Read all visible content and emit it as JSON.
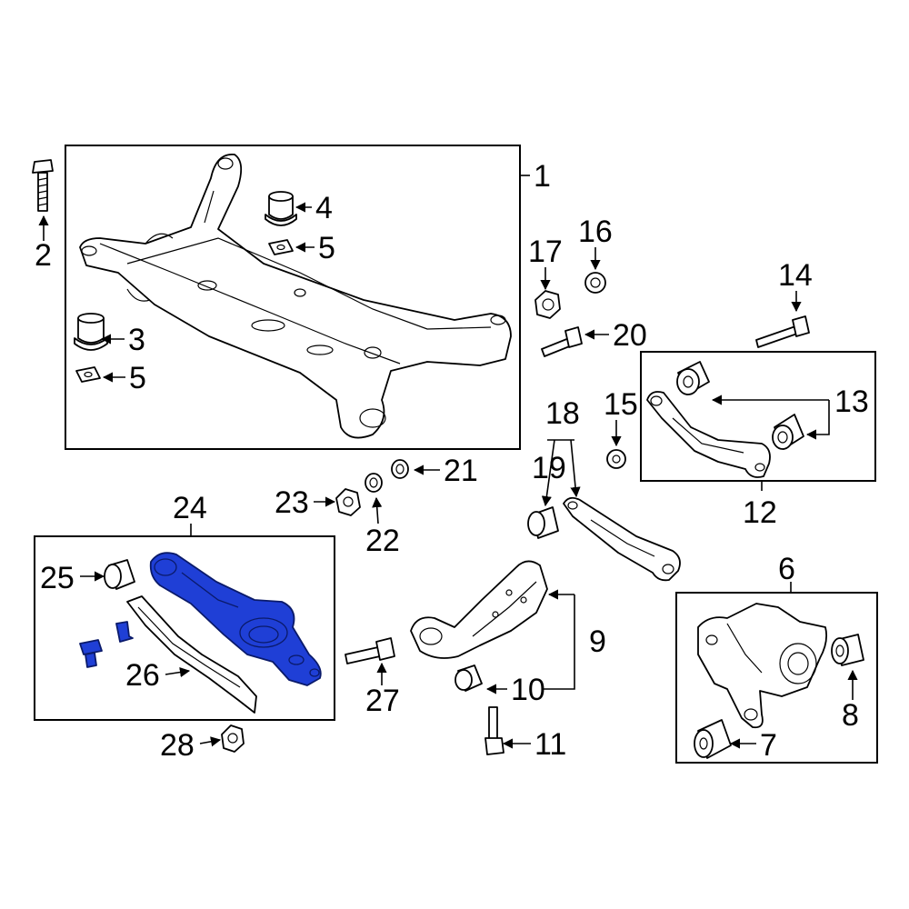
{
  "diagram": {
    "highlight_color": "#1f3fd6",
    "highlighted_part": "24",
    "callouts": [
      {
        "key": "c1",
        "label": "1"
      },
      {
        "key": "c2",
        "label": "2"
      },
      {
        "key": "c3",
        "label": "3"
      },
      {
        "key": "c4",
        "label": "4"
      },
      {
        "key": "c5a",
        "label": "5"
      },
      {
        "key": "c5b",
        "label": "5"
      },
      {
        "key": "c6",
        "label": "6"
      },
      {
        "key": "c7",
        "label": "7"
      },
      {
        "key": "c8",
        "label": "8"
      },
      {
        "key": "c9",
        "label": "9"
      },
      {
        "key": "c10",
        "label": "10"
      },
      {
        "key": "c11",
        "label": "11"
      },
      {
        "key": "c12",
        "label": "12"
      },
      {
        "key": "c13",
        "label": "13"
      },
      {
        "key": "c14",
        "label": "14"
      },
      {
        "key": "c15",
        "label": "15"
      },
      {
        "key": "c16",
        "label": "16"
      },
      {
        "key": "c17",
        "label": "17"
      },
      {
        "key": "c18",
        "label": "18"
      },
      {
        "key": "c19",
        "label": "19"
      },
      {
        "key": "c20",
        "label": "20"
      },
      {
        "key": "c21",
        "label": "21"
      },
      {
        "key": "c22",
        "label": "22"
      },
      {
        "key": "c23",
        "label": "23"
      },
      {
        "key": "c24",
        "label": "24"
      },
      {
        "key": "c25",
        "label": "25"
      },
      {
        "key": "c26",
        "label": "26"
      },
      {
        "key": "c27",
        "label": "27"
      },
      {
        "key": "c28",
        "label": "28"
      }
    ]
  }
}
